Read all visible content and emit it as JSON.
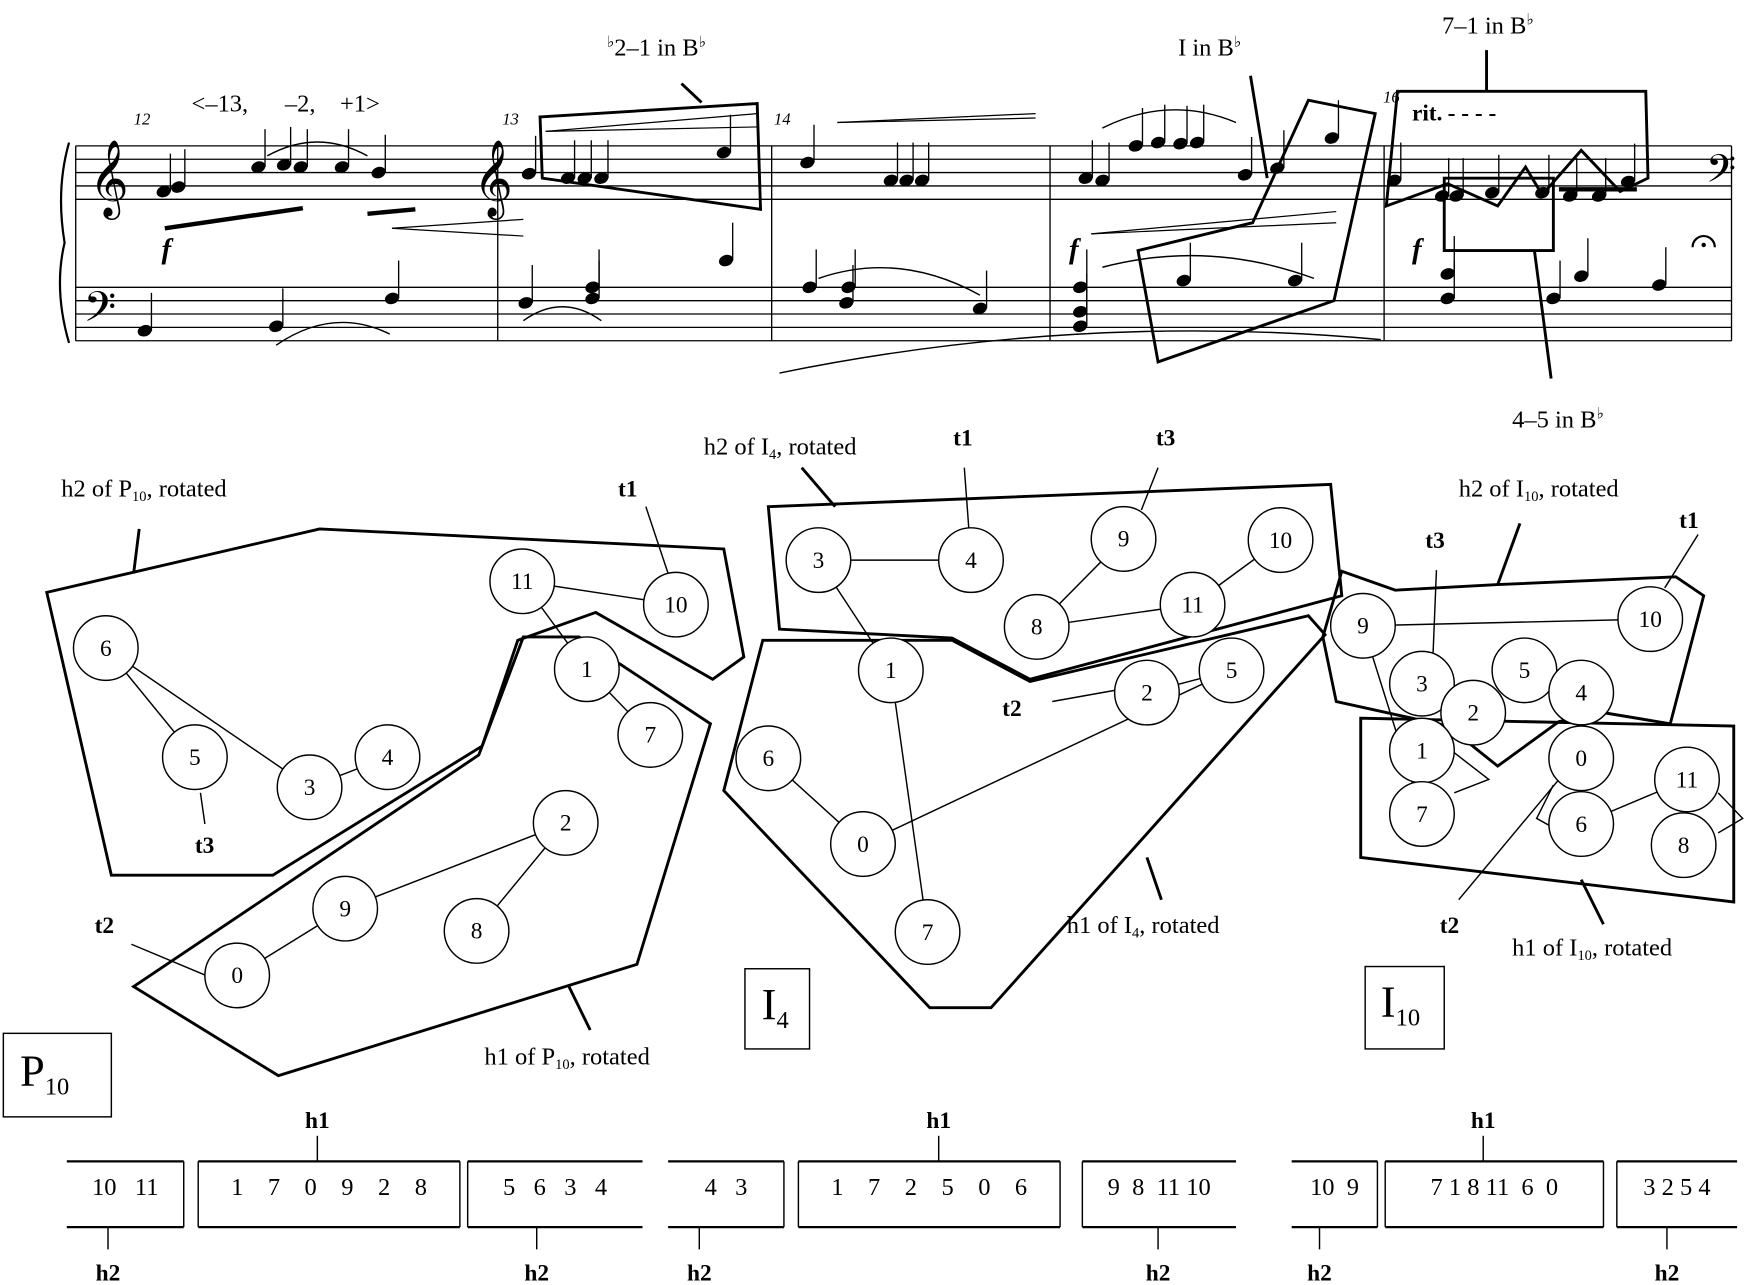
{
  "score": {
    "measure_numbers": [
      "12",
      "13",
      "14",
      "16"
    ],
    "interval_series": "<–13,      –2,    +1>",
    "dynamics": [
      "f",
      "f",
      "f"
    ],
    "tempo_mark": "rit.",
    "annotations": {
      "flat2_1": {
        "flat": "♭",
        "text": "2–1  in B",
        "flat2": "♭"
      },
      "I_in_Bb": {
        "text": "I  in B",
        "flat": "♭"
      },
      "seven_1": {
        "text": "7–1 in B",
        "flat": "♭"
      },
      "four_5": {
        "text": "4–5 in B",
        "flat": "♭"
      }
    }
  },
  "graphs": {
    "P10": {
      "name": {
        "main": "P",
        "sub": "10"
      },
      "nodes": [
        "6",
        "5",
        "3",
        "4",
        "11",
        "10",
        "1",
        "7",
        "2",
        "9",
        "8",
        "0"
      ],
      "h2_label": {
        "pre": "h2 of P",
        "sub": "10",
        "post": ", rotated"
      },
      "h1_label": {
        "pre": "h1 of P",
        "sub": "10",
        "post": ", rotated"
      },
      "t_labels": [
        "t1",
        "t2",
        "t3"
      ]
    },
    "I4": {
      "name": {
        "main": "I",
        "sub": "4"
      },
      "nodes": [
        "3",
        "4",
        "9",
        "10",
        "8",
        "11",
        "1",
        "2",
        "5",
        "6",
        "0",
        "7"
      ],
      "h2_label": {
        "pre": "h2 of I",
        "sub": "4",
        "post": ", rotated"
      },
      "h1_label": {
        "pre": "h1 of I",
        "sub": "4",
        "post": ", rotated"
      },
      "t_labels": [
        "t1",
        "t2",
        "t3"
      ]
    },
    "I10": {
      "name": {
        "main": "I",
        "sub": "10"
      },
      "nodes": [
        "9",
        "10",
        "3",
        "2",
        "5",
        "4",
        "1",
        "7",
        "0",
        "11",
        "6",
        "8"
      ],
      "h2_label": {
        "pre": "h2 of I",
        "sub": "10",
        "post": ", rotated"
      },
      "h1_label": {
        "pre": "h1 of I",
        "sub": "10",
        "post": ", rotated"
      },
      "t_labels": [
        "t1",
        "t2",
        "t3"
      ]
    }
  },
  "sequences": {
    "h1": "h1",
    "h2": "h2",
    "P10": [
      "10   11",
      "1    7    0    9    2    8",
      "5   6   3   4"
    ],
    "I4": [
      "4   3",
      "1    7    2    5    0    6",
      "9  8  11 10"
    ],
    "I10": [
      "10  9",
      "7 1 8 11  6  0",
      "3 2 5 4"
    ]
  }
}
